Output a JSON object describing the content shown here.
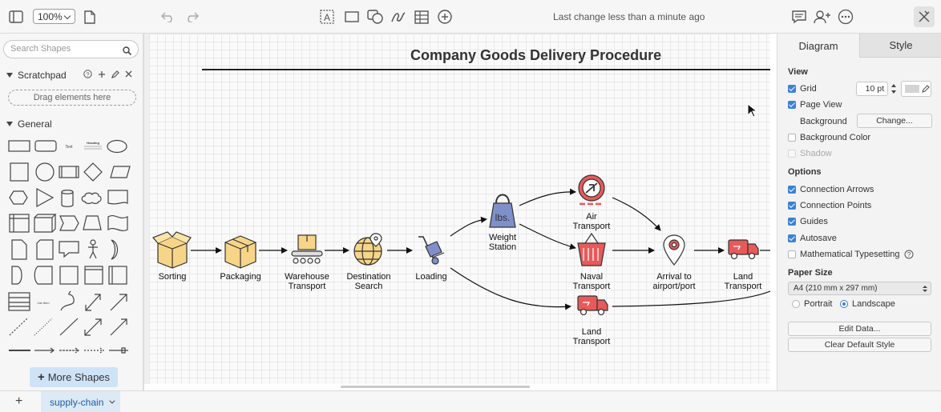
{
  "toolbar": {
    "zoom": "100%",
    "last_change": "Last change less than a minute ago"
  },
  "sidebar": {
    "search_placeholder": "Search Shapes",
    "scratchpad_title": "Scratchpad",
    "drag_hint": "Drag elements here",
    "general_title": "General",
    "more_shapes": "More Shapes",
    "shape_text_label": "Text",
    "shape_heading_label": "Heading",
    "shape_list_label": "List Item"
  },
  "diagram": {
    "title": "Company Goods Delivery Procedure",
    "nodes": {
      "sorting": "Sorting",
      "packaging": "Packaging",
      "warehouse_1": "Warehouse",
      "warehouse_2": "Transport",
      "destination_1": "Destination",
      "destination_2": "Search",
      "loading": "Loading",
      "weight_1": "Weight",
      "weight_2": "Station",
      "weight_icon_text": "lbs.",
      "air_1": "Air",
      "air_2": "Transport",
      "naval_1": "Naval",
      "naval_2": "Transport",
      "land_lower_1": "Land",
      "land_lower_2": "Transport",
      "arrival_1": "Arrival to",
      "arrival_2": "airport/port",
      "land_right_1": "Land",
      "land_right_2": "Transport"
    },
    "icon_colors": {
      "box": "#f7d588",
      "red": "#e85a5a",
      "blue": "#7f8fc9",
      "outline": "#333333"
    }
  },
  "format_panel": {
    "tab_diagram": "Diagram",
    "tab_style": "Style",
    "view_heading": "View",
    "grid": {
      "label": "Grid",
      "checked": true,
      "size": "10 pt"
    },
    "page_view": {
      "label": "Page View",
      "checked": true
    },
    "background": {
      "label": "Background",
      "button": "Change..."
    },
    "background_color": {
      "label": "Background Color",
      "checked": false
    },
    "shadow": {
      "label": "Shadow",
      "checked": false
    },
    "options_heading": "Options",
    "connection_arrows": {
      "label": "Connection Arrows",
      "checked": true
    },
    "connection_points": {
      "label": "Connection Points",
      "checked": true
    },
    "guides": {
      "label": "Guides",
      "checked": true
    },
    "autosave": {
      "label": "Autosave",
      "checked": true
    },
    "math_typesetting": {
      "label": "Mathematical Typesetting",
      "checked": false
    },
    "paper_size_heading": "Paper Size",
    "paper_size": "A4 (210 mm x 297 mm)",
    "portrait": "Portrait",
    "landscape": "Landscape",
    "orientation": "Landscape",
    "edit_data": "Edit Data...",
    "clear_default_style": "Clear Default Style"
  },
  "footer": {
    "add_page": "+",
    "page_name": "supply-chain"
  }
}
